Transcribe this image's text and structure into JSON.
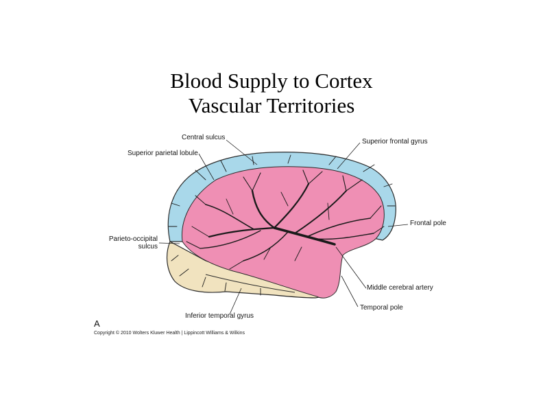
{
  "title": {
    "line1": "Blood Supply to Cortex",
    "line2": "Vascular Territories"
  },
  "figure": {
    "panel_letter": "A",
    "copyright": "Copyright © 2010 Wolters Kluwer Health | Lippincott Williams & Wilkins",
    "labels": {
      "central_sulcus": "Central sulcus",
      "superior_parietal_lobule": "Superior parietal lobule",
      "superior_frontal_gyrus": "Superior frontal gyrus",
      "frontal_pole": "Frontal pole",
      "parieto_occipital_line1": "Parieto-occipital",
      "parieto_occipital_line2": "sulcus",
      "middle_cerebral_artery": "Middle cerebral artery",
      "temporal_pole": "Temporal pole",
      "inferior_temporal_gyrus": "Inferior temporal gyrus"
    },
    "colors": {
      "anterior_territory_blue": "#a9d8ea",
      "middle_territory_pink": "#ef8fb4",
      "posterior_territory_tan": "#f1e3bf",
      "vessel": "#1a1a1a"
    }
  }
}
